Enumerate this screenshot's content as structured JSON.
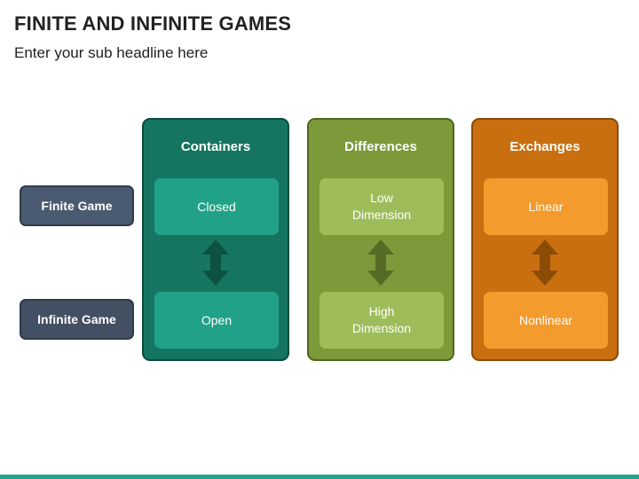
{
  "header": {
    "title": "FINITE AND INFINITE GAMES",
    "subtitle": "Enter your sub headline here"
  },
  "rows": {
    "finite": "Finite Game",
    "infinite": "Infinite Game"
  },
  "columns": [
    {
      "title": "Containers",
      "finite": "Closed",
      "infinite": "Open",
      "color": "#157560",
      "cell_color": "#21a288"
    },
    {
      "title": "Differences",
      "finite": "Low\nDimension",
      "infinite": "High\nDimension",
      "color": "#7c9a3a",
      "cell_color": "#9ebd5a"
    },
    {
      "title": "Exchanges",
      "finite": "Linear",
      "infinite": "Nonlinear",
      "color": "#c96f10",
      "cell_color": "#f39b2c"
    }
  ],
  "icons": {
    "arrow": "double-headed-vertical-arrow-icon"
  },
  "accent_color": "#22a58a"
}
